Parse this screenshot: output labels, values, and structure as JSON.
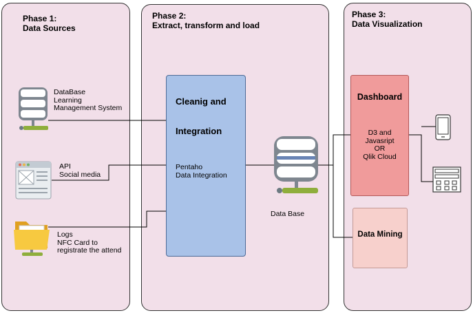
{
  "phase1": {
    "title_line1": "Phase 1:",
    "title_line2": "Data Sources"
  },
  "phase2": {
    "title_line1": "Phase 2:",
    "title_line2": "Extract, transform and load"
  },
  "phase3": {
    "title_line1": "Phase 3:",
    "title_line2": "Data Visualization"
  },
  "sources": {
    "db": {
      "line1": "DataBase",
      "line2": "Learning",
      "line3": "Management System"
    },
    "api": {
      "line1": "API",
      "line2": "Social media"
    },
    "logs": {
      "line1": "Logs",
      "line2": "NFC Card to",
      "line3": "registrate the attend"
    }
  },
  "etl": {
    "title_line1": "Cleanig and",
    "title_line2": "Integration",
    "tool_line1": "Pentaho",
    "tool_line2": "Data Integration",
    "fill": "#a9c2e8"
  },
  "warehouse": {
    "label": "Data Base"
  },
  "dashboard": {
    "title": "Dashboard",
    "line1": "D3 and",
    "line2": "Javasript",
    "line3": "OR",
    "line4": "Qlik Cloud",
    "fill": "#f09b9b"
  },
  "mining": {
    "title": "Data Mining",
    "fill": "#f7d0cc"
  },
  "icons": [
    "database-icon",
    "webpage-icon",
    "folder-icon",
    "database-icon",
    "mobile-device-icon",
    "desktop-screen-icon"
  ]
}
